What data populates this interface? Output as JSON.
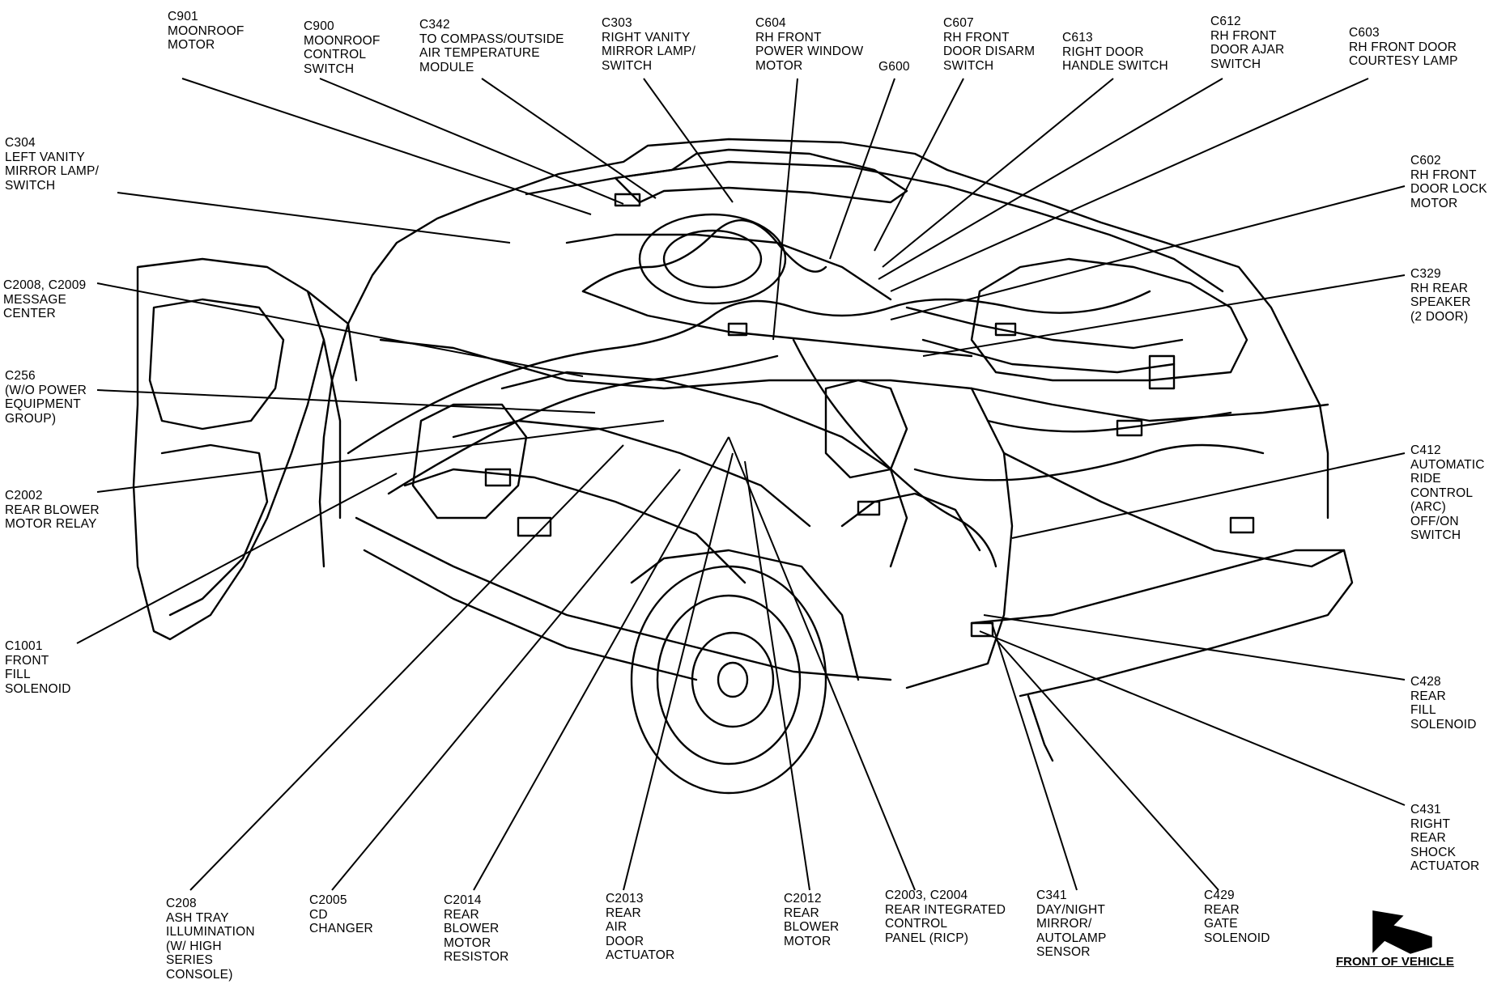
{
  "labels": [
    {
      "id": "c901",
      "code": "C901",
      "desc": "MOONROOF\nMOTOR"
    },
    {
      "id": "c900",
      "code": "C900",
      "desc": "MOONROOF\nCONTROL\nSWITCH"
    },
    {
      "id": "c342",
      "code": "C342",
      "desc": "TO COMPASS/OUTSIDE\nAIR TEMPERATURE\nMODULE"
    },
    {
      "id": "c303",
      "code": "C303",
      "desc": "RIGHT VANITY\nMIRROR LAMP/\nSWITCH"
    },
    {
      "id": "c604",
      "code": "C604",
      "desc": "RH FRONT\nPOWER WINDOW\nMOTOR"
    },
    {
      "id": "g600",
      "code": "G600",
      "desc": ""
    },
    {
      "id": "c607",
      "code": "C607",
      "desc": "RH FRONT\nDOOR DISARM\nSWITCH"
    },
    {
      "id": "c613",
      "code": "C613",
      "desc": "RIGHT DOOR\nHANDLE SWITCH"
    },
    {
      "id": "c612",
      "code": "C612",
      "desc": "RH FRONT\nDOOR AJAR\nSWITCH"
    },
    {
      "id": "c603",
      "code": "C603",
      "desc": "RH FRONT DOOR\nCOURTESY LAMP"
    },
    {
      "id": "c304",
      "code": "C304",
      "desc": "LEFT VANITY\nMIRROR LAMP/\nSWITCH"
    },
    {
      "id": "c602",
      "code": "C602",
      "desc": "RH FRONT\nDOOR LOCK\nMOTOR"
    },
    {
      "id": "c2008",
      "code": "C2008, C2009",
      "desc": "MESSAGE\nCENTER"
    },
    {
      "id": "c329",
      "code": "C329",
      "desc": "RH REAR\nSPEAKER\n(2 DOOR)"
    },
    {
      "id": "c256",
      "code": "C256",
      "desc": "(W/O POWER\nEQUIPMENT\nGROUP)"
    },
    {
      "id": "c412",
      "code": "C412",
      "desc": "AUTOMATIC\nRIDE\nCONTROL\n(ARC)\nOFF/ON\nSWITCH"
    },
    {
      "id": "c2002",
      "code": "C2002",
      "desc": "REAR BLOWER\nMOTOR RELAY"
    },
    {
      "id": "c1001",
      "code": "C1001",
      "desc": "FRONT\nFILL\nSOLENOID"
    },
    {
      "id": "c428",
      "code": "C428",
      "desc": "REAR\nFILL\nSOLENOID"
    },
    {
      "id": "c431",
      "code": "C431",
      "desc": "RIGHT\nREAR\nSHOCK\nACTUATOR"
    },
    {
      "id": "c208",
      "code": "C208",
      "desc": "ASH TRAY\nILLUMINATION\n(W/ HIGH\nSERIES\nCONSOLE)"
    },
    {
      "id": "c2005",
      "code": "C2005",
      "desc": "CD\nCHANGER"
    },
    {
      "id": "c2014",
      "code": "C2014",
      "desc": "REAR\nBLOWER\nMOTOR\nRESISTOR"
    },
    {
      "id": "c2013",
      "code": "C2013",
      "desc": "REAR\nAIR\nDOOR\nACTUATOR"
    },
    {
      "id": "c2012",
      "code": "C2012",
      "desc": "REAR\nBLOWER\nMOTOR"
    },
    {
      "id": "c2003",
      "code": "C2003, C2004",
      "desc": "REAR INTEGRATED\nCONTROL\nPANEL (RICP)"
    },
    {
      "id": "c341",
      "code": "C341",
      "desc": "DAY/NIGHT\nMIRROR/\nAUTOLAMP\nSENSOR"
    },
    {
      "id": "c429",
      "code": "C429",
      "desc": "REAR\nGATE\nSOLENOID"
    }
  ],
  "front_of_vehicle": "FRONT OF VEHICLE"
}
